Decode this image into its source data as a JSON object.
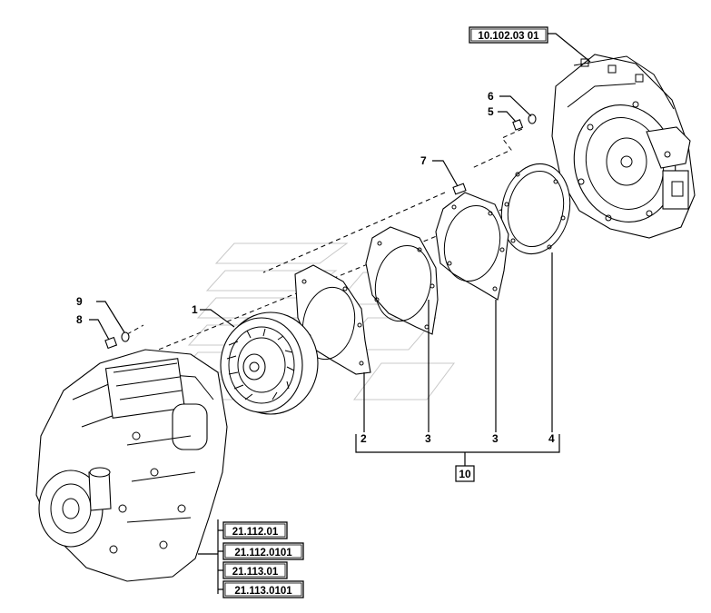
{
  "callouts": {
    "p1": "1",
    "p2": "2",
    "p3a": "3",
    "p3b": "3",
    "p4": "4",
    "p5": "5",
    "p6": "6",
    "p7": "7",
    "p8": "8",
    "p9": "9",
    "p10": "10"
  },
  "references": {
    "engine_housing": "10.102.03 01",
    "transmission": [
      "21.112.01",
      "21.112.0101",
      "21.113.01",
      "21.113.0101"
    ]
  }
}
